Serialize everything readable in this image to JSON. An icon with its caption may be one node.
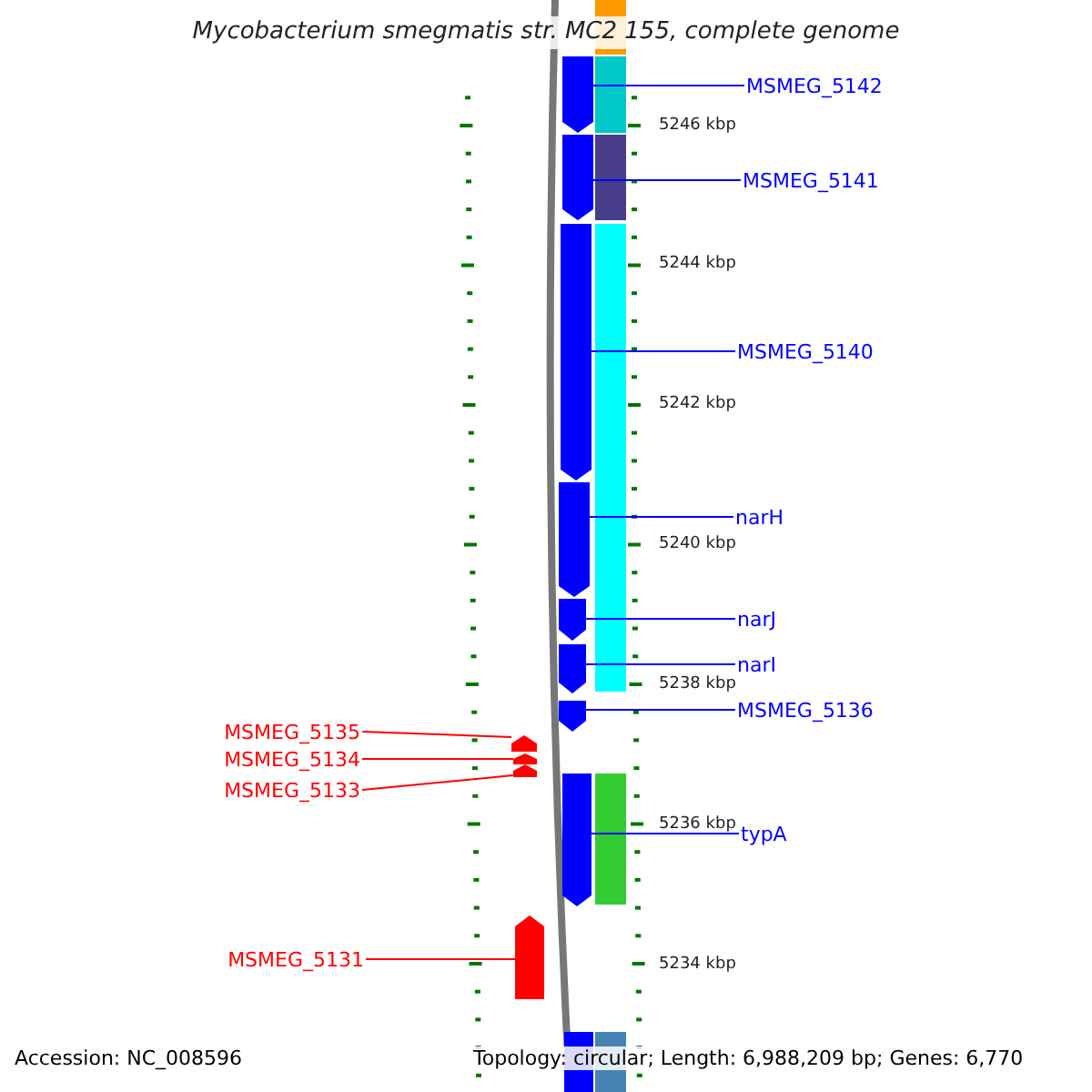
{
  "diagram": {
    "title": "Mycobacterium smegmatis str. MC2 155, complete genome",
    "nodes": [
      {
        "text": [
          "MSMEG_5142"
        ]
      },
      {
        "text": [
          "MSMEG_5141"
        ]
      },
      {
        "text": [
          "MSMEG_5140"
        ]
      },
      {
        "text": [
          "narH"
        ]
      },
      {
        "text": [
          "narJ"
        ]
      },
      {
        "text": [
          "narI"
        ]
      },
      {
        "text": [
          "MSMEG_5136"
        ]
      },
      {
        "text": [
          "MSMEG_5135"
        ]
      },
      {
        "text": [
          "MSMEG_5134"
        ]
      },
      {
        "text": [
          "MSMEG_5133"
        ]
      },
      {
        "text": [
          "typA"
        ]
      },
      {
        "text": [
          "MSMEG_5131"
        ]
      },
      {
        "text": [],
        "shape": "bar"
      },
      {
        "text": [],
        "shape": "bar"
      },
      {
        "text": [],
        "shape": "bar"
      },
      {
        "text": [],
        "shape": "bar"
      },
      {
        "text": [],
        "shape": "bar"
      },
      {
        "text": [],
        "shape": "bar"
      },
      {
        "text": [],
        "shape": "bar"
      },
      {
        "text": [],
        "shape": "bar"
      },
      {
        "text": [],
        "shape": "bar"
      },
      {
        "text": [],
        "shape": "bar"
      },
      {
        "text": [],
        "shape": "bar"
      },
      {
        "text": [],
        "shape": "bar"
      }
    ],
    "edges": [
      {
        "from": 0,
        "to": 12,
        "arrow": "none"
      },
      {
        "from": 1,
        "to": 13,
        "arrow": "none"
      },
      {
        "from": 2,
        "to": 14,
        "arrow": "none"
      },
      {
        "from": 3,
        "to": 15,
        "arrow": "none"
      },
      {
        "from": 4,
        "to": 16,
        "arrow": "none"
      },
      {
        "from": 5,
        "to": 17,
        "arrow": "none"
      },
      {
        "from": 6,
        "to": 18,
        "arrow": "none"
      },
      {
        "from": 7,
        "to": 19,
        "arrow": "none",
        "color": "#ff0000"
      },
      {
        "from": 8,
        "to": 20,
        "arrow": "none",
        "color": "#ff0000"
      },
      {
        "from": 9,
        "to": 21,
        "arrow": "none",
        "color": "#ff0000"
      },
      {
        "from": 10,
        "to": 22,
        "arrow": "none"
      },
      {
        "from": 11,
        "to": 23,
        "arrow": "none",
        "color": "#ff0000"
      }
    ],
    "labels": [
      "5246 kbp",
      "5244 kbp",
      "5242 kbp",
      "5240 kbp",
      "5238 kbp",
      "5236 kbp",
      "5234 kbp",
      "Accession: NC_008596",
      "Topology: circular; Length: 6,988,209 bp; Genes: 6,770"
    ]
  }
}
